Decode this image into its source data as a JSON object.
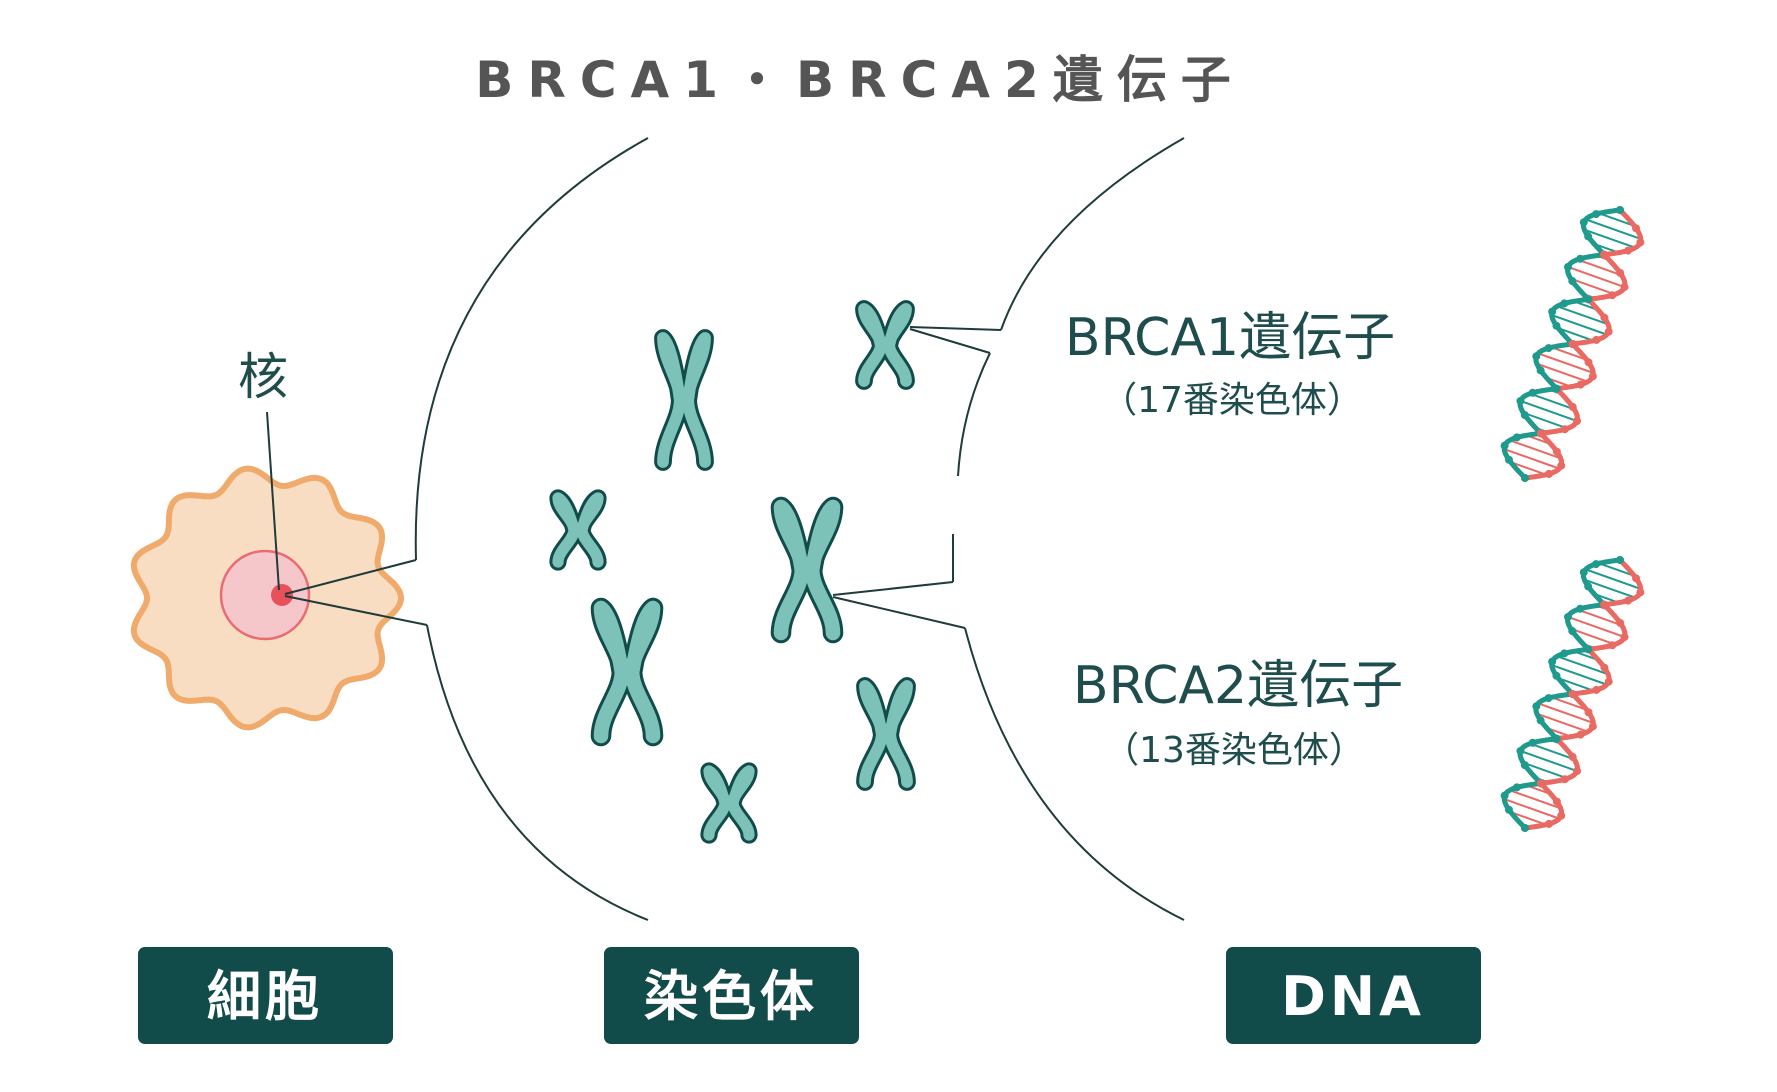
{
  "title": "BRCA1・BRCA2遺伝子",
  "labels": {
    "nucleus": "核",
    "brca1": "BRCA1遺伝子",
    "brca1_sub": "（17番染色体）",
    "brca2": "BRCA2遺伝子",
    "brca2_sub": "（13番染色体）"
  },
  "stages": [
    {
      "label": "細胞"
    },
    {
      "label": "染色体"
    },
    {
      "label": "DNA"
    }
  ],
  "colors": {
    "title": "#555555",
    "text": "#1f4d4d",
    "box_bg": "#124c4a",
    "box_text": "#ffffff",
    "line": "#1f3b3b",
    "cell_fill": "#f9ddc2",
    "cell_stroke": "#efaa6c",
    "nucleus_fill": "#f5c7cb",
    "nucleus_stroke": "#ea6c72",
    "nucleolus": "#e8505a",
    "chromosome_fill": "#7cc2b9",
    "chromosome_stroke": "#124c4a",
    "dna_red": "#e86a63",
    "dna_teal": "#1f9a8c"
  },
  "icons": [
    "cell-icon",
    "chromosome-icon",
    "dna-helix-icon"
  ]
}
